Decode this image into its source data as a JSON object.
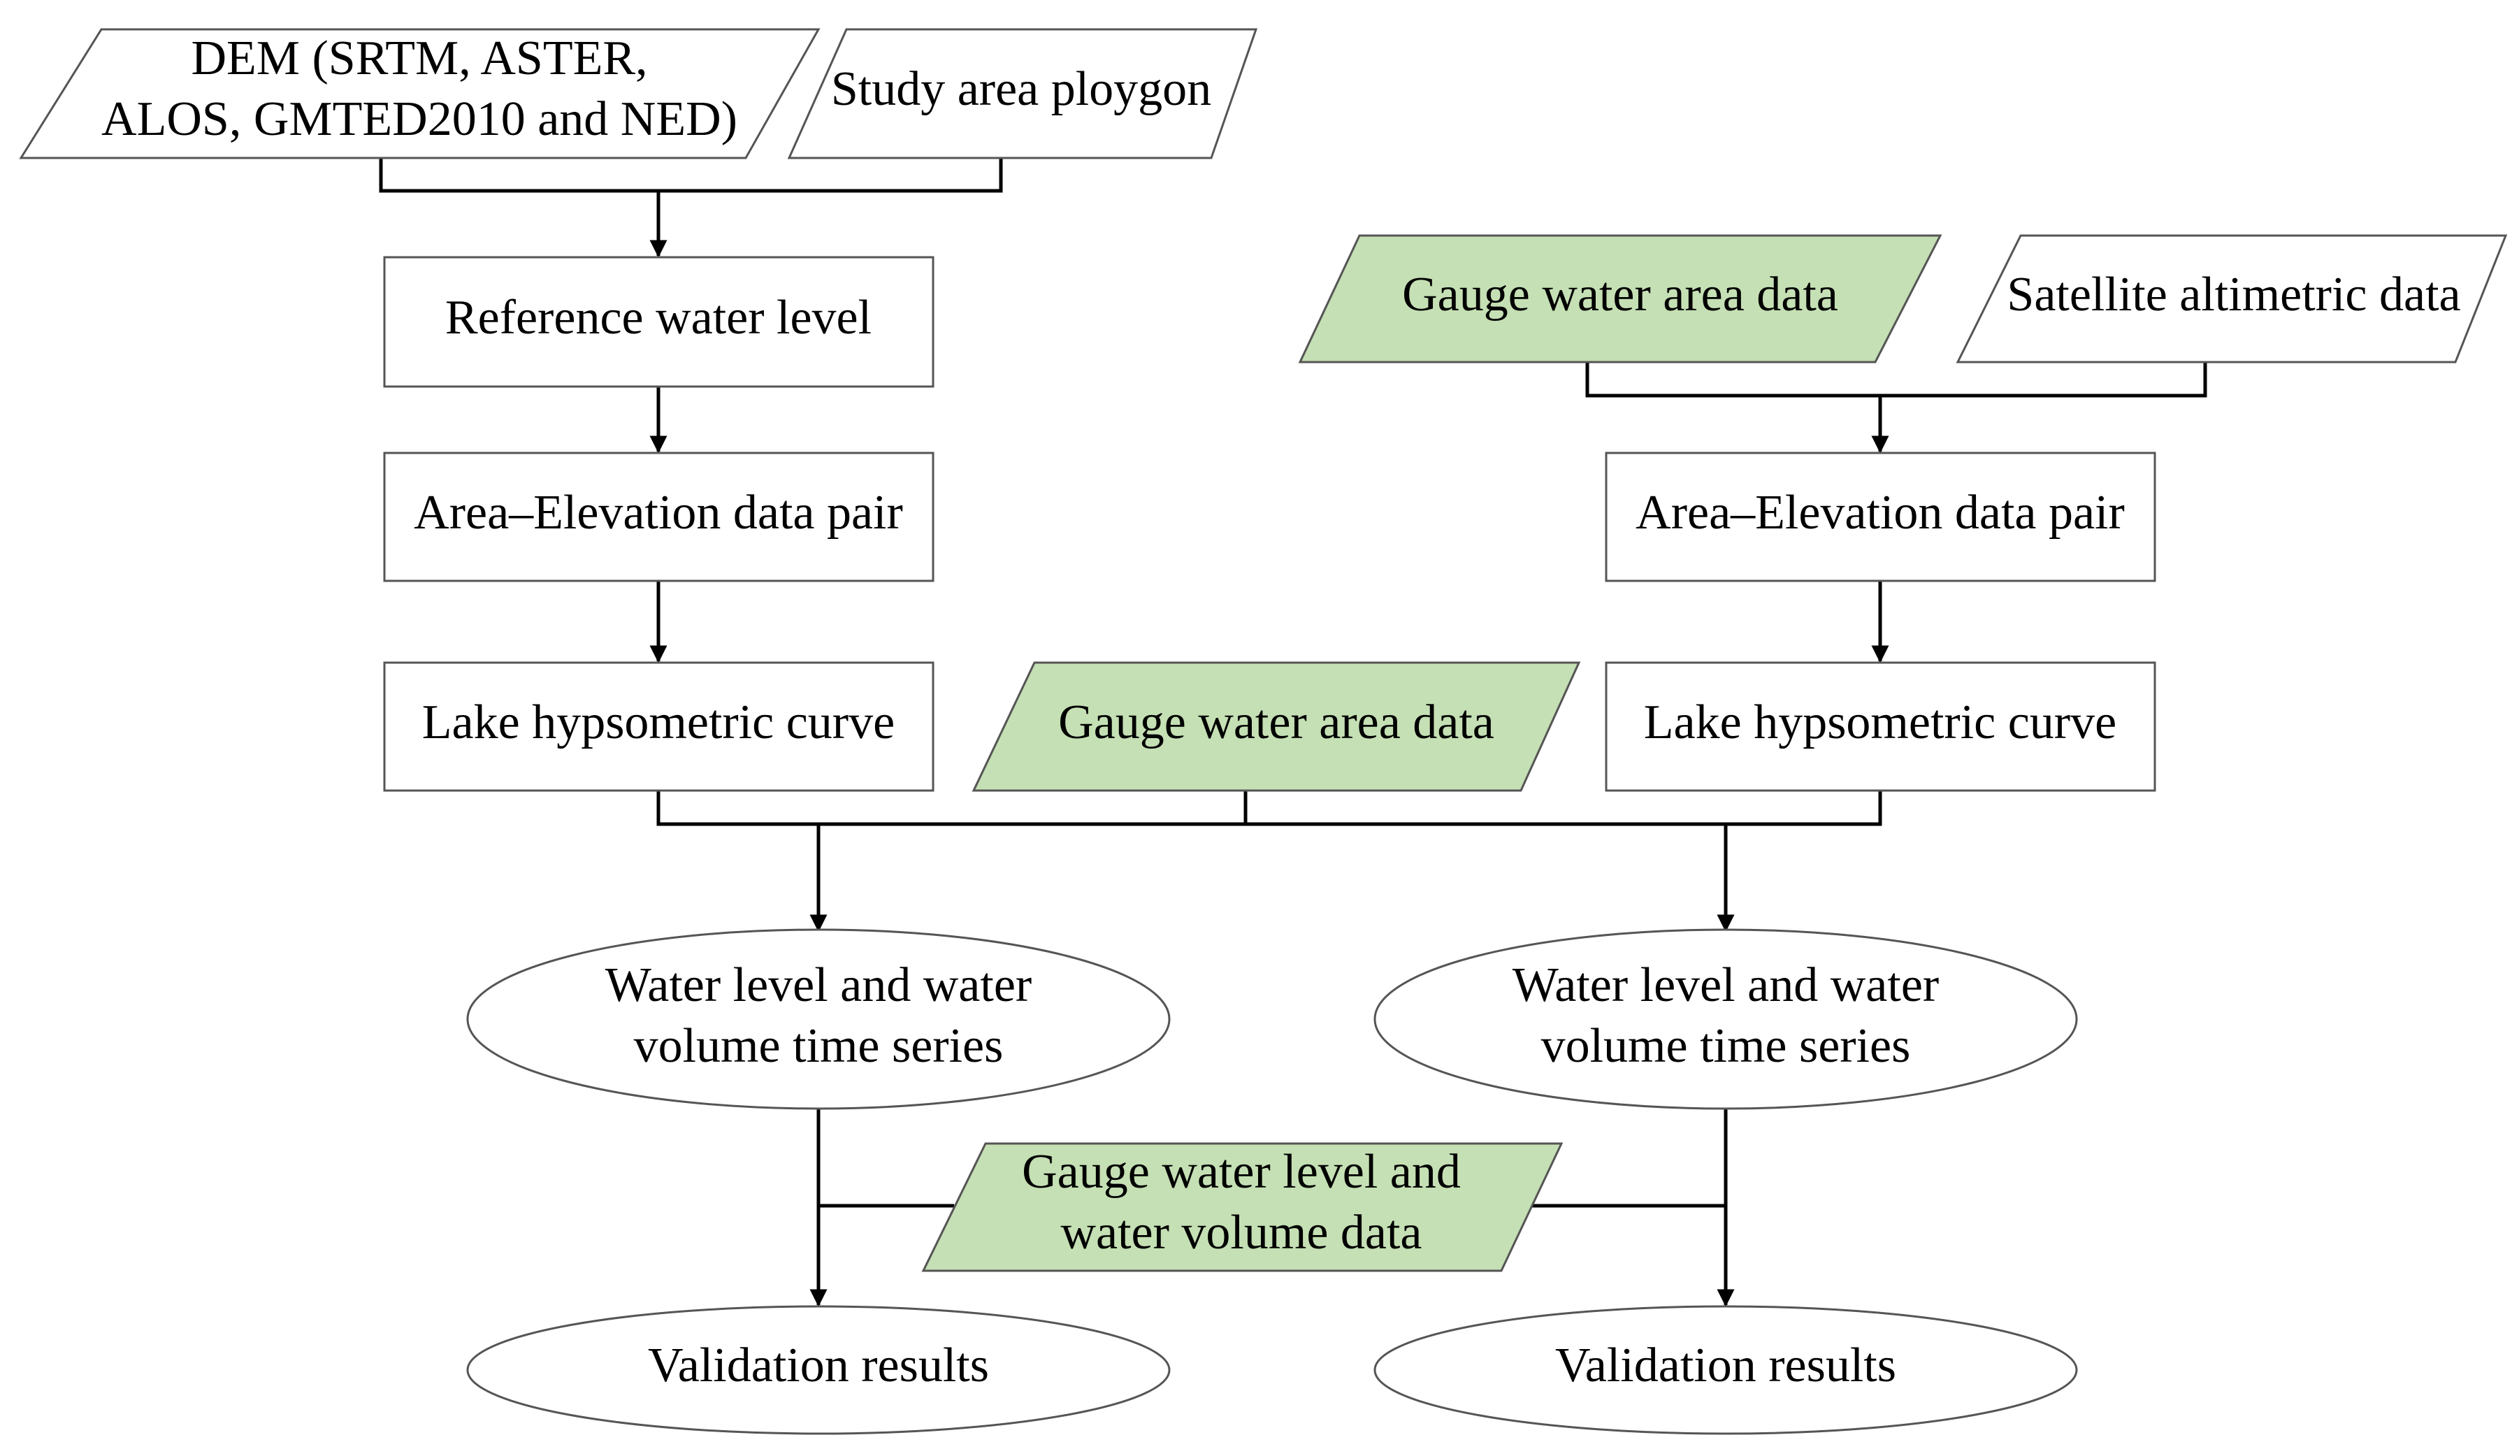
{
  "colors": {
    "input_fill": "#ffffff",
    "gauge_fill": "#c5e0b4",
    "outline": "#555555",
    "connector": "#000000"
  },
  "nodes": {
    "dem_input": {
      "lines": [
        "DEM (SRTM, ASTER,",
        "ALOS, GMTED2010 and NED)"
      ]
    },
    "study_area": {
      "lines": [
        "Study area ploygon"
      ]
    },
    "reference_level": {
      "lines": [
        "Reference water level"
      ]
    },
    "area_elev_left": {
      "lines": [
        "Area–Elevation data pair"
      ]
    },
    "hypso_left": {
      "lines": [
        "Lake hypsometric curve"
      ]
    },
    "gauge_area_top": {
      "lines": [
        "Gauge water area data"
      ]
    },
    "sat_alt": {
      "lines": [
        "Satellite altimetric data"
      ]
    },
    "area_elev_right": {
      "lines": [
        "Area–Elevation data pair"
      ]
    },
    "hypso_right": {
      "lines": [
        "Lake hypsometric curve"
      ]
    },
    "gauge_area_mid": {
      "lines": [
        "Gauge water area data"
      ]
    },
    "ts_left": {
      "lines": [
        "Water level  and water",
        "volume time series"
      ]
    },
    "ts_right": {
      "lines": [
        "Water level  and water",
        "volume time series"
      ]
    },
    "gauge_level": {
      "lines": [
        "Gauge water level and",
        "water volume data"
      ]
    },
    "valid_left": {
      "lines": [
        "Validation results"
      ]
    },
    "valid_right": {
      "lines": [
        "Validation results"
      ]
    }
  }
}
